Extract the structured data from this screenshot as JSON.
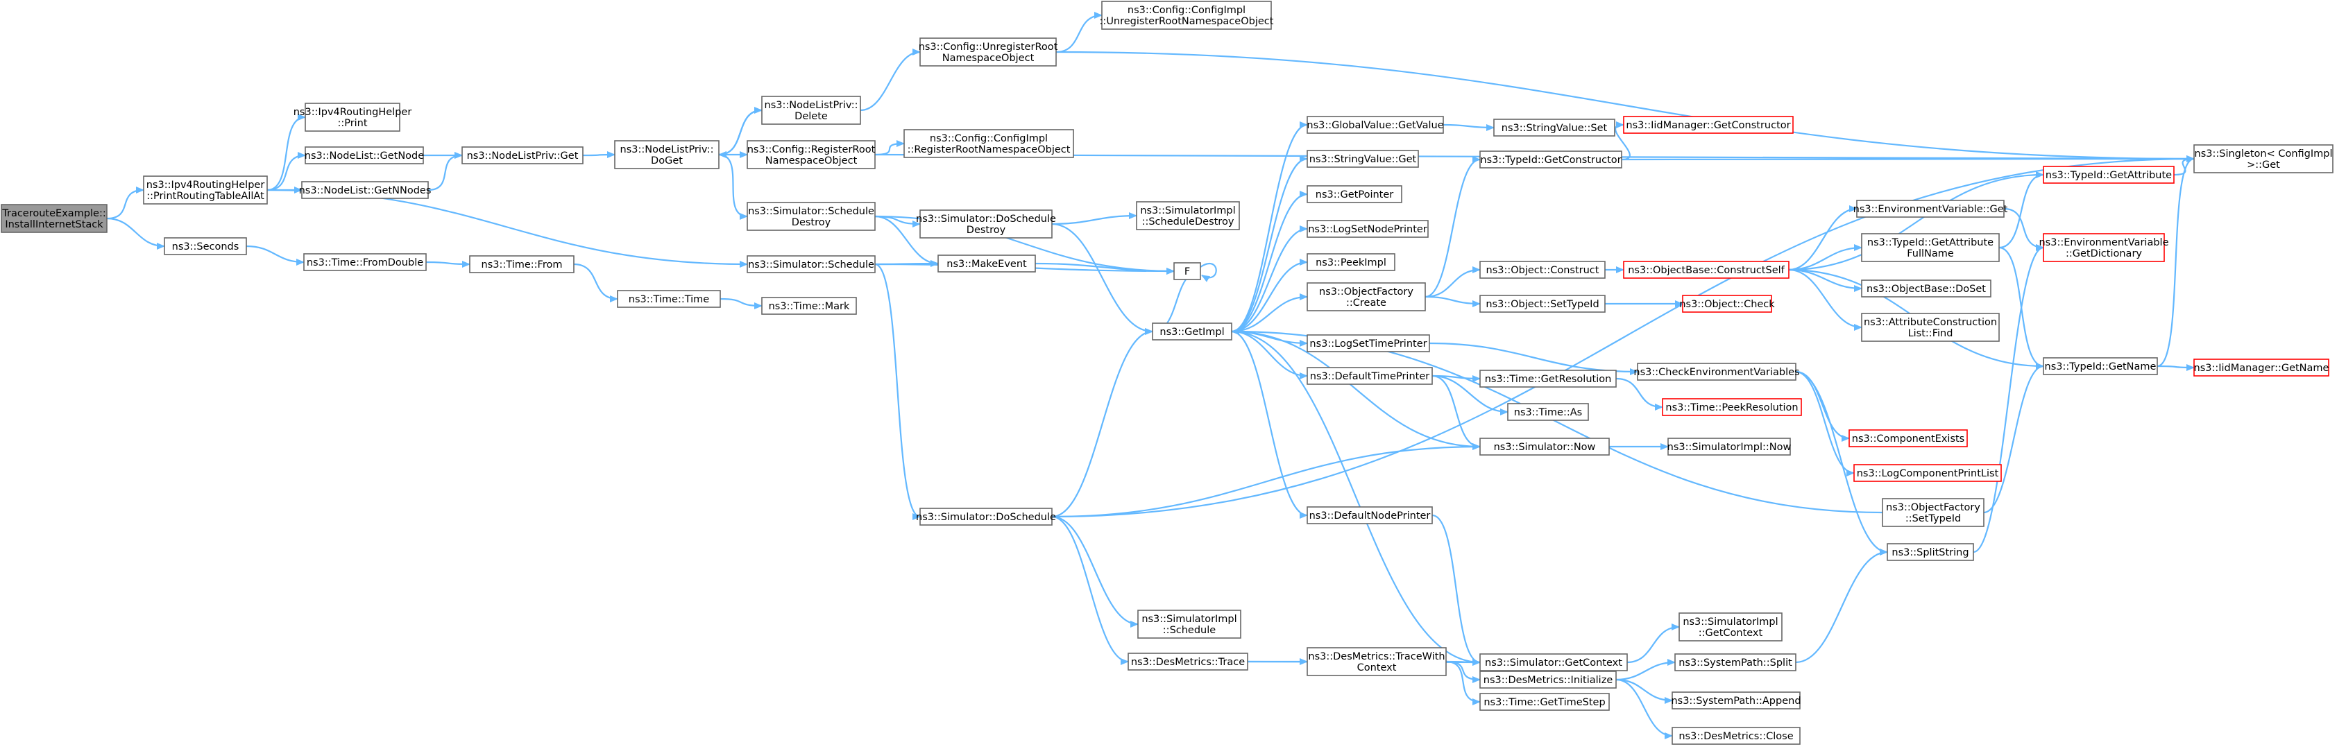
{
  "diagram": {
    "colors": {
      "edge": "#63b8ff",
      "box_border": "#666666",
      "incomplete_border": "#ff0000",
      "root_fill": "#999999"
    },
    "nodes": {
      "root": {
        "lines": [
          "TracerouteExample::",
          "InstallInternetStack"
        ]
      },
      "ipv4print": {
        "lines": [
          "ns3::Ipv4RoutingHelper",
          "::PrintRoutingTableAllAt"
        ]
      },
      "seconds": {
        "lines": [
          "ns3::Seconds"
        ]
      },
      "print": {
        "lines": [
          "ns3::Ipv4RoutingHelper",
          "::Print"
        ]
      },
      "getnode": {
        "lines": [
          "ns3::NodeList::GetNode"
        ]
      },
      "getnnodes": {
        "lines": [
          "ns3::NodeList::GetNNodes"
        ]
      },
      "fromdouble": {
        "lines": [
          "ns3::Time::FromDouble"
        ]
      },
      "privget": {
        "lines": [
          "ns3::NodeListPriv::Get"
        ]
      },
      "timefrom": {
        "lines": [
          "ns3::Time::From"
        ]
      },
      "privdoget": {
        "lines": [
          "ns3::NodeListPriv::",
          "DoGet"
        ]
      },
      "privdelete": {
        "lines": [
          "ns3::NodeListPriv::",
          "Delete"
        ]
      },
      "timetime": {
        "lines": [
          "ns3::Time::Time"
        ]
      },
      "timemark": {
        "lines": [
          "ns3::Time::Mark"
        ]
      },
      "unregroot": {
        "lines": [
          "ns3::Config::UnregisterRoot",
          "NamespaceObject"
        ]
      },
      "regroot": {
        "lines": [
          "ns3::Config::RegisterRoot",
          "NamespaceObject"
        ]
      },
      "schedestroy": {
        "lines": [
          "ns3::Simulator::Schedule",
          "Destroy"
        ]
      },
      "schedule": {
        "lines": [
          "ns3::Simulator::Schedule"
        ]
      },
      "dosched": {
        "lines": [
          "ns3::Simulator::DoSchedule"
        ]
      },
      "cfgunreg": {
        "lines": [
          "ns3::Config::ConfigImpl",
          "::UnregisterRootNamespaceObject"
        ]
      },
      "cfgreg": {
        "lines": [
          "ns3::Config::ConfigImpl",
          "::RegisterRootNamespaceObject"
        ]
      },
      "doschedestroy": {
        "lines": [
          "ns3::Simulator::DoSchedule",
          "Destroy"
        ]
      },
      "makeevent": {
        "lines": [
          "ns3::MakeEvent"
        ]
      },
      "simimplschedestroy": {
        "lines": [
          "ns3::SimulatorImpl",
          "::ScheduleDestroy"
        ]
      },
      "f": {
        "lines": [
          "F"
        ]
      },
      "simimplsched": {
        "lines": [
          "ns3::SimulatorImpl",
          "::Schedule"
        ]
      },
      "destrace": {
        "lines": [
          "ns3::DesMetrics::Trace"
        ]
      },
      "getimpl": {
        "lines": [
          "ns3::GetImpl"
        ]
      },
      "gvget": {
        "lines": [
          "ns3::GlobalValue::GetValue"
        ]
      },
      "svget": {
        "lines": [
          "ns3::StringValue::Get"
        ]
      },
      "getpointer": {
        "lines": [
          "ns3::GetPointer"
        ]
      },
      "logsetnode": {
        "lines": [
          "ns3::LogSetNodePrinter"
        ]
      },
      "peekimpl": {
        "lines": [
          "ns3::PeekImpl"
        ]
      },
      "ofcreate": {
        "lines": [
          "ns3::ObjectFactory",
          "::Create"
        ]
      },
      "logsettime": {
        "lines": [
          "ns3::LogSetTimePrinter"
        ]
      },
      "deftimeprinter": {
        "lines": [
          "ns3::DefaultTimePrinter"
        ]
      },
      "defnodeprinter": {
        "lines": [
          "ns3::DefaultNodePrinter"
        ]
      },
      "tracewith": {
        "lines": [
          "ns3::DesMetrics::TraceWith",
          "Context"
        ]
      },
      "svset": {
        "lines": [
          "ns3::StringValue::Set"
        ]
      },
      "tidgetctor": {
        "lines": [
          "ns3::TypeId::GetConstructor"
        ]
      },
      "objconstruct": {
        "lines": [
          "ns3::Object::Construct"
        ]
      },
      "objsettypeid": {
        "lines": [
          "ns3::Object::SetTypeId"
        ]
      },
      "checkenv": {
        "lines": [
          "ns3::CheckEnvironmentVariables"
        ]
      },
      "getresolution": {
        "lines": [
          "ns3::Time::GetResolution"
        ]
      },
      "timeas": {
        "lines": [
          "ns3::Time::As"
        ]
      },
      "simnow": {
        "lines": [
          "ns3::Simulator::Now"
        ]
      },
      "simgetctx": {
        "lines": [
          "ns3::Simulator::GetContext"
        ]
      },
      "desinit": {
        "lines": [
          "ns3::DesMetrics::Initialize"
        ]
      },
      "gettimestep": {
        "lines": [
          "ns3::Time::GetTimeStep"
        ]
      },
      "iidgetctor": {
        "lines": [
          "ns3::IidManager::GetConstructor"
        ]
      },
      "obconstructself": {
        "lines": [
          "ns3::ObjectBase::ConstructSelf"
        ]
      },
      "objcheck": {
        "lines": [
          "ns3::Object::Check"
        ]
      },
      "peekres": {
        "lines": [
          "ns3::Time::PeekResolution"
        ]
      },
      "simimplnow": {
        "lines": [
          "ns3::SimulatorImpl::Now"
        ]
      },
      "simimplgetctx": {
        "lines": [
          "ns3::SimulatorImpl",
          "::GetContext"
        ]
      },
      "spsplit": {
        "lines": [
          "ns3::SystemPath::Split"
        ]
      },
      "spappend": {
        "lines": [
          "ns3::SystemPath::Append"
        ]
      },
      "desclose": {
        "lines": [
          "ns3::DesMetrics::Close"
        ]
      },
      "envget": {
        "lines": [
          "ns3::EnvironmentVariable::Get"
        ]
      },
      "tidgetattrfull": {
        "lines": [
          "ns3::TypeId::GetAttribute",
          "FullName"
        ]
      },
      "obdoset": {
        "lines": [
          "ns3::ObjectBase::DoSet"
        ]
      },
      "attrfind": {
        "lines": [
          "ns3::AttributeConstruction",
          "List::Find"
        ]
      },
      "compexists": {
        "lines": [
          "ns3::ComponentExists"
        ]
      },
      "logcomplist": {
        "lines": [
          "ns3::LogComponentPrintList"
        ]
      },
      "ofsettypeid": {
        "lines": [
          "ns3::ObjectFactory",
          "::SetTypeId"
        ]
      },
      "splitstring": {
        "lines": [
          "ns3::SplitString"
        ]
      },
      "tidgetattr": {
        "lines": [
          "ns3::TypeId::GetAttribute"
        ]
      },
      "envdict": {
        "lines": [
          "ns3::EnvironmentVariable",
          "::GetDictionary"
        ]
      },
      "tidgetname": {
        "lines": [
          "ns3::TypeId::GetName"
        ]
      },
      "singleton": {
        "lines": [
          "ns3::Singleton< ConfigImpl",
          " >::Get"
        ]
      },
      "iidgetname": {
        "lines": [
          "ns3::IidManager::GetName"
        ]
      }
    }
  }
}
